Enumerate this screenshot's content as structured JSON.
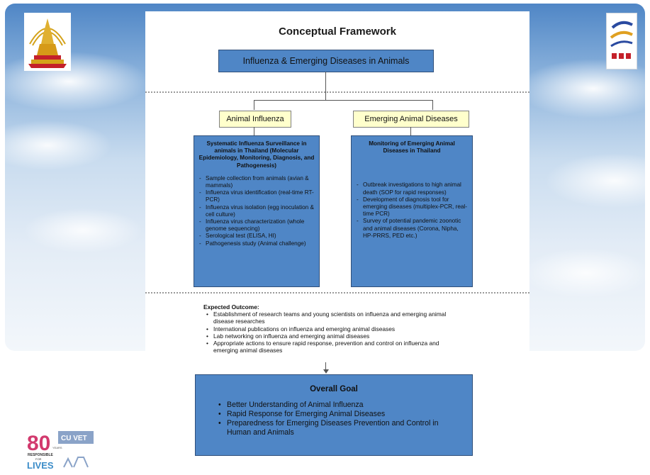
{
  "title": "Conceptual Framework",
  "top_box": "Influenza & Emerging Diseases in Animals",
  "left_branch": {
    "label": "Animal Influenza",
    "heading": "Systematic Influenza Surveillance in animals in Thailand (Molecular Epidemiology, Monitoring, Diagnosis, and Pathogenesis)",
    "items": [
      "Sample collection from animals (avian & mammals)",
      "Influenza virus identification (real-time RT-PCR)",
      "Influenza virus isolation (egg inoculation & cell culture)",
      "Influenza virus characterization (whole genome sequencing)",
      "Serological test (ELISA, HI)",
      "Pathogenesis study (Animal challenge)"
    ]
  },
  "right_branch": {
    "label": "Emerging Animal Diseases",
    "heading": "Monitoring of Emerging Animal Diseases in Thailand",
    "items": [
      "Outbreak investigations to high animal death (SOP for rapid responses)",
      "Development of diagnosis tool for emerging diseases (multiplex-PCR, real-time PCR)",
      "Survey of potential pandemic zoonotic and animal diseases (Corona, Nipha, HP-PRRS, PED etc.)"
    ]
  },
  "expected_outcome": {
    "heading": "Expected Outcome:",
    "items": [
      "Establishment of research teams and young scientists on influenza and emerging animal disease researches",
      "International publications on influenza and emerging animal diseases",
      "Lab networking on influenza and emerging animal diseases",
      "Appropriate actions to ensure rapid response, prevention and control on influenza and emerging animal diseases"
    ]
  },
  "overall_goal": {
    "heading": "Overall Goal",
    "items": [
      "Better Understanding of Animal Influenza",
      "Rapid Response for Emerging Animal Diseases",
      "Preparedness for Emerging Diseases Prevention and Control in Human and Animals"
    ]
  },
  "logos": {
    "bottom_number": "80",
    "bottom_years": "YEARS",
    "bottom_brand": "CU VET",
    "bottom_tag1": "RESPONSIBLE",
    "bottom_tag2": "FOR",
    "bottom_tag3": "LIVES"
  },
  "colors": {
    "box_blue": "#4f86c6",
    "label_yellow": "#ffffcc"
  }
}
